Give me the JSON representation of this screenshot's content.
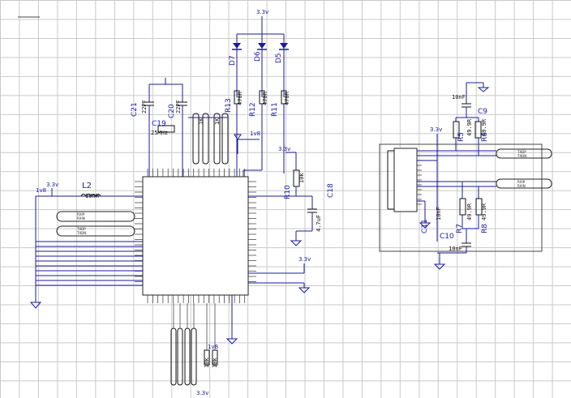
{
  "nets": {
    "v33_top": "3.3v",
    "v33_left": "3.3v",
    "v33_r10": "3.3v",
    "v33_mid": "3.3v",
    "v33_bottom": "3.3v",
    "v33_magjack": "3.3v",
    "v18_left": "1v8",
    "v18_top": "1v8",
    "v18_bottom": "1v8"
  },
  "components": {
    "l2": {
      "ref": "L2",
      "value": "10nH"
    },
    "c21": {
      "ref": "C21",
      "value": "22PF"
    },
    "c20": {
      "ref": "C20",
      "value": "22PF"
    },
    "c19": {
      "ref": "C19",
      "value": "25MHz"
    },
    "r13": {
      "ref": "R13",
      "value": "1K"
    },
    "r12": {
      "ref": "R12",
      "value": "470R"
    },
    "r11": {
      "ref": "R11",
      "value": "470R"
    },
    "r_led1": {
      "value": "470R"
    },
    "d7": {
      "ref": "D7"
    },
    "d6": {
      "ref": "D6"
    },
    "d5": {
      "ref": "D5"
    },
    "r10": {
      "ref": "R10",
      "value": "10k"
    },
    "c18": {
      "ref": "C18",
      "value": "4.7uF"
    },
    "c9": {
      "ref": "C9"
    },
    "c9_val": {
      "value": "10nF"
    },
    "c10": {
      "ref": "C10",
      "value": "10nF"
    },
    "c11": {
      "ref": "C11",
      "value": "10nF"
    },
    "r5": {
      "ref": "R5",
      "value": "49.9R"
    },
    "r6": {
      "ref": "R6",
      "value": "49.9R"
    },
    "r7": {
      "ref": "R7",
      "value": "49.9R"
    },
    "r8": {
      "ref": "R8",
      "value": "49.9R"
    },
    "rb": {
      "value": "10k"
    },
    "rb2": {
      "value": "10k"
    }
  },
  "signals": {
    "txdp_l": "TXDP",
    "txdn_l": "TXDN",
    "rxip_l": "RXIP",
    "rxin_l": "RXIN",
    "txdp_r": "TXDP",
    "txdn_r": "TXDN",
    "rxip_r": "RXIP",
    "rxin_r": "RXIN"
  }
}
